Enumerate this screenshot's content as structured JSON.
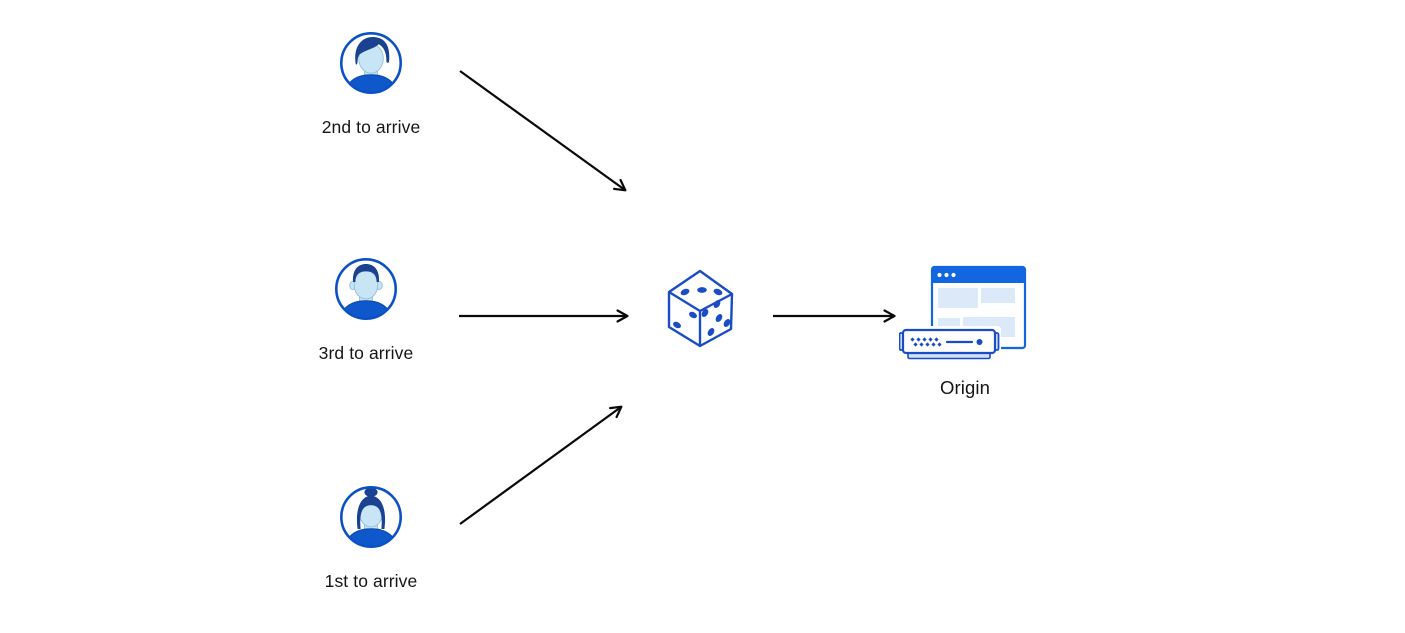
{
  "diagram": {
    "visitors": [
      {
        "id": "visitor-top",
        "label": "2nd to arrive",
        "icon": "man-avatar-icon"
      },
      {
        "id": "visitor-middle",
        "label": "3rd to arrive",
        "icon": "man-avatar-icon"
      },
      {
        "id": "visitor-bottom",
        "label": "1st to arrive",
        "icon": "woman-avatar-icon"
      }
    ],
    "randomizer": {
      "icon": "dice-icon"
    },
    "origin": {
      "label": "Origin",
      "icon": "origin-server-icon"
    },
    "edges": [
      {
        "from": "visitor-top",
        "to": "randomizer"
      },
      {
        "from": "visitor-middle",
        "to": "randomizer"
      },
      {
        "from": "visitor-bottom",
        "to": "randomizer"
      },
      {
        "from": "randomizer",
        "to": "origin"
      }
    ],
    "colors": {
      "accent_blue": "#0b51c4",
      "dice_blue": "#1a4cc5",
      "browser_blue": "#1266df",
      "panel_light_blue": "#dce9f8",
      "server_base_blue": "#cde2f5",
      "hair_navy": "#1b4191",
      "skin_light_blue": "#c7e5f4",
      "arrow_black": "#0a0a0a",
      "text": "#151515",
      "background": "#ffffff"
    }
  }
}
